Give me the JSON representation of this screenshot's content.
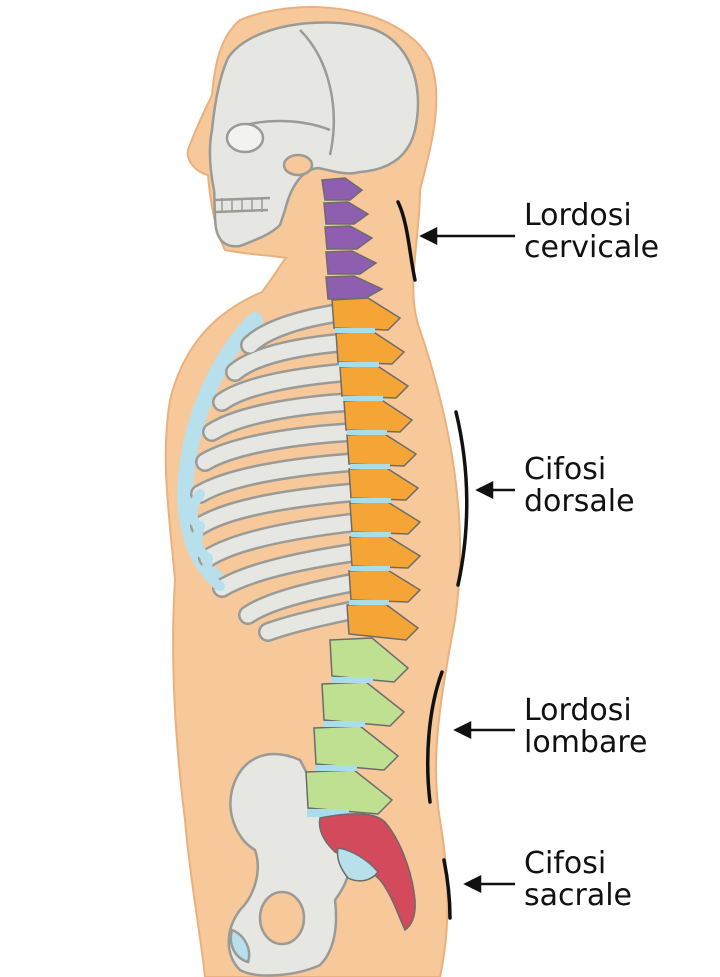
{
  "diagram": {
    "labels": [
      {
        "id": "cervical",
        "line1": "Lordosi",
        "line2": "cervicale"
      },
      {
        "id": "dorsal",
        "line1": "Cifosi",
        "line2": "dorsale"
      },
      {
        "id": "lumbar",
        "line1": "Lordosi",
        "line2": "lombare"
      },
      {
        "id": "sacral",
        "line1": "Cifosi",
        "line2": "sacrale"
      }
    ]
  },
  "colors": {
    "skin": "#f6c89a",
    "skin_edge": "#eab07e",
    "bone": "#e6e6e3",
    "bone_edge": "#9a9a96",
    "cervical": "#8e5fb0",
    "thoracic": "#f4a536",
    "lumbar": "#bfe090",
    "sacrum": "#d24a5c",
    "disc": "#a9dde9",
    "cartilage": "#b7e0ec"
  }
}
